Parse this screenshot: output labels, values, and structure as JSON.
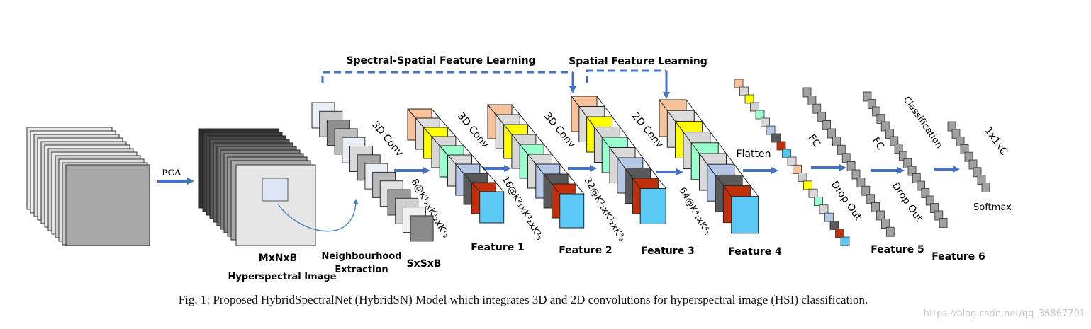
{
  "labels": {
    "group_spectral_spatial": "Spectral-Spatial Feature Learning",
    "group_spatial": "Spatial Feature Learning",
    "pca": "PCA",
    "input_dims": "MxNxB",
    "input_name": "Hyperspectral Image",
    "neigh_line1": "Neighbourhood",
    "neigh_line2": "Extraction",
    "patch_dims": "SxSxB",
    "conv1": "3D Conv",
    "conv2": "3D Conv",
    "conv3": "3D Conv",
    "conv4": "2D Conv",
    "kernel1": "8@K¹₁xK¹₂xK¹₃",
    "kernel2": "16@K²₁xK²₂xK²₃",
    "kernel3": "32@K³₁xK³₂xK³₃",
    "kernel4": "64@K⁴₁xK⁴₂",
    "feature1": "Feature 1",
    "feature2": "Feature 2",
    "feature3": "Feature 3",
    "feature4": "Feature 4",
    "feature5": "Feature 5",
    "feature6": "Feature 6",
    "flatten": "Flatten",
    "fc1": "FC",
    "fc2": "FC",
    "dropout1": "Drop Out",
    "dropout2": "Drop Out",
    "classification": "Classification",
    "output": "1x1xC",
    "softmax": "Softmax"
  },
  "caption": "Fig. 1: Proposed HybridSpectralNet (HybridSN) Model which integrates 3D and 2D convolutions for hyperspectral image (HSI) classification.",
  "watermark": "https://blog.csdn.net/qq_36867701",
  "colors": {
    "arrow": "#4472c4",
    "peach": "#f8c39a",
    "yellow": "#ffff00",
    "mint": "#99ffcc",
    "lightgray": "#d9d9d9",
    "steel": "#b4c7e7",
    "dark": "#595959",
    "red": "#c0300a",
    "blue": "#5bc8f5"
  }
}
